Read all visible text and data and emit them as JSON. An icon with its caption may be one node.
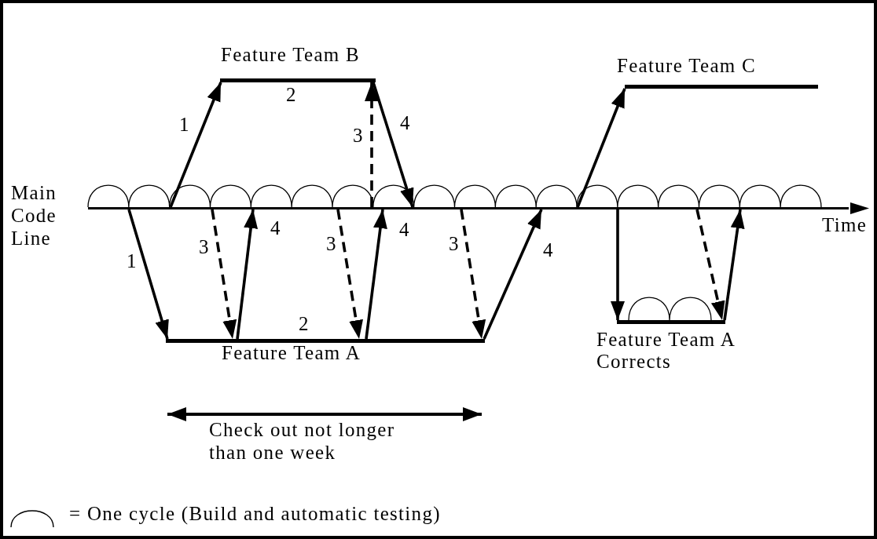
{
  "diagram": {
    "nodes": [
      {
        "text": [],
        "shape": "bar"
      },
      {
        "text": [
          "Feature Team B"
        ],
        "beside": [
          "2"
        ]
      },
      {
        "text": [
          "Feature Team C"
        ]
      },
      {
        "text": [
          "Feature Team A"
        ],
        "beside": [
          "2"
        ]
      },
      {
        "text": [
          "Feature Team A Corrects"
        ]
      }
    ],
    "edges": [
      {
        "from": 0,
        "to": 1,
        "arrow": "to",
        "label": "1"
      },
      {
        "from": 0,
        "to": 1,
        "arrow": "to",
        "label": "3",
        "style": "dashed"
      },
      {
        "from": 1,
        "to": 0,
        "arrow": "to",
        "label": "4"
      },
      {
        "from": 0,
        "to": 2,
        "arrow": "to"
      },
      {
        "from": 0,
        "to": 3,
        "arrow": "to",
        "label": "1"
      },
      {
        "from": 0,
        "to": 3,
        "arrow": "to",
        "label": "3",
        "style": "dashed"
      },
      {
        "from": 3,
        "to": 0,
        "arrow": "to",
        "label": "4"
      },
      {
        "from": 0,
        "to": 3,
        "arrow": "to",
        "label": "3",
        "style": "dashed"
      },
      {
        "from": 3,
        "to": 0,
        "arrow": "to",
        "label": "4"
      },
      {
        "from": 0,
        "to": 3,
        "arrow": "to",
        "label": "3",
        "style": "dashed"
      },
      {
        "from": 3,
        "to": 0,
        "arrow": "to",
        "label": "4"
      },
      {
        "from": 0,
        "to": 4,
        "arrow": "to"
      },
      {
        "from": 0,
        "to": 4,
        "arrow": "to",
        "style": "dashed"
      },
      {
        "from": 4,
        "to": 0,
        "arrow": "to"
      }
    ],
    "labels": [
      "Main Code Line",
      "Time",
      "Check out not longer than one week"
    ],
    "legend": [
      {
        "text": "= One cycle (Build and automatic testing)"
      }
    ]
  }
}
